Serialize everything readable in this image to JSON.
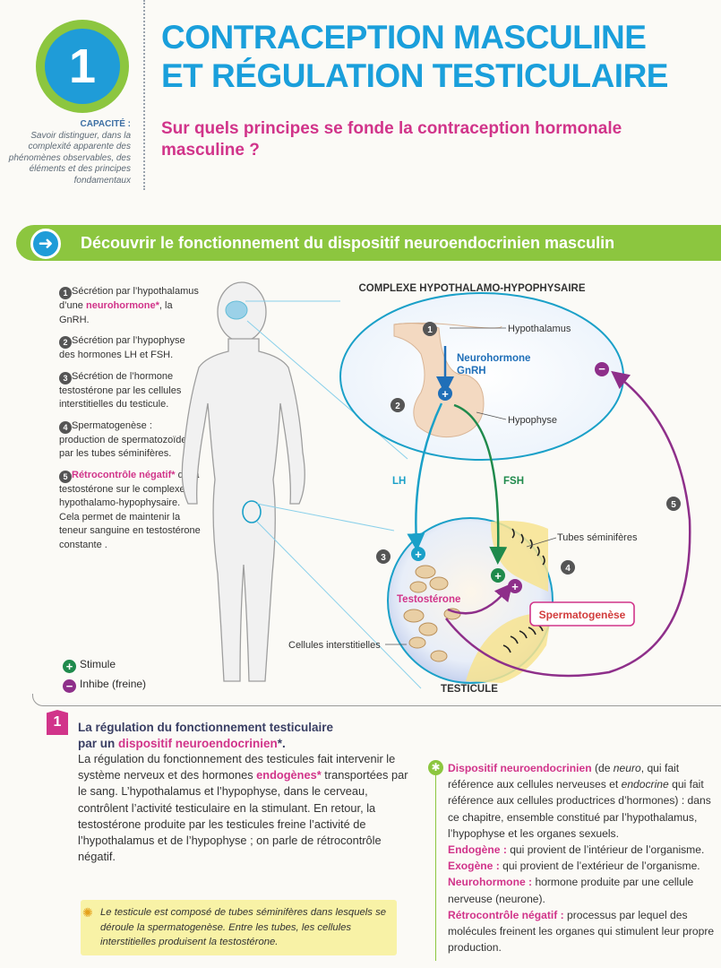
{
  "header": {
    "chapter_number": "1",
    "title_line1": "CONTRACEPTION MASCULINE",
    "title_line2": "ET RÉGULATION TESTICULAIRE",
    "capacite_label": "CAPACITÉ :",
    "capacite_text": "Savoir distinguer, dans la complexité apparente des phénomènes observables, des éléments et des principes fondamentaux",
    "question_line1": "Sur quels principes se fonde la contraception hormonale",
    "question_line2": "masculine ?"
  },
  "banner": {
    "icon": "arrow-right-icon",
    "text": "Découvrir le fonctionnement du dispositif neuroendocrinien masculin"
  },
  "steps": [
    {
      "num": "1",
      "pre": "Sécrétion par l’hypothalamus d’une ",
      "highlight": "neurohormone*",
      "post": ", la GnRH."
    },
    {
      "num": "2",
      "pre": "Sécrétion par l’hypophyse des hormones LH et FSH.",
      "highlight": "",
      "post": ""
    },
    {
      "num": "3",
      "pre": "Sécrétion de l’hormone testostérone par les cellules interstitielles du testicule.",
      "highlight": "",
      "post": ""
    },
    {
      "num": "4",
      "pre": "Spermatogenèse : production de spermatozoïdes par les tubes séminifères.",
      "highlight": "",
      "post": ""
    },
    {
      "num": "5",
      "pre": "",
      "highlight": "Rétrocontrôle négatif*",
      "post": " de la testostérone sur le complexe hypothalamo-hypophysaire. Cela permet de maintenir la teneur sanguine en testostérone constante ."
    }
  ],
  "legend": {
    "stimule": "Stimule",
    "inhibe": "Inhibe (freine)",
    "plus": "+",
    "minus": "−"
  },
  "diagram": {
    "complexe_title": "COMPLEXE HYPOTHALAMO-HYPOPHYSAIRE",
    "hypothalamus": "Hypothalamus",
    "neurohormone": "Neurohormone",
    "gnrh": "GnRH",
    "hypophyse": "Hypophyse",
    "lh": "LH",
    "fsh": "FSH",
    "tubes": "Tubes séminifères",
    "testosterone": "Testostérone",
    "spermatogenese": "Spermatogenèse",
    "cellules": "Cellules interstitielles",
    "testicule": "TESTICULE",
    "n1": "1",
    "n2": "2",
    "n3": "3",
    "n4": "4",
    "n5": "5",
    "plus": "+",
    "minus": "−",
    "colors": {
      "blue": "#1f6fb8",
      "green": "#1f8a4c",
      "purple": "#8e2f8a",
      "cyan": "#1aa0c8",
      "pink": "#d1348a"
    }
  },
  "section": {
    "number": "1",
    "title_line1": "La régulation du fonctionnement testiculaire",
    "title_line2_pre": "par un ",
    "title_line2_hl": "dispositif neuroendocrinien",
    "title_line2_post": "*.",
    "body_1": "La régulation du fonctionnement des testicules fait intervenir le système nerveux et des hormones ",
    "body_hl": "endogènes*",
    "body_2": " transportées par le sang. L’hypothalamus et l’hypophyse, dans le cerveau, contrôlent l’activité testiculaire en la stimulant. En retour, la testostérone produite par les testicules freine l’activité de l’hypothalamus et de l’hypophyse ; on parle de rétrocontrôle négatif.",
    "hint": "Le testicule est composé de tubes séminifères dans lesquels se déroule la spermatogenèse. Entre les tubes, les cellules interstitielles produisent la testostérone."
  },
  "glossary": [
    {
      "term": "Dispositif neuroendocrinien",
      "def_html": " (de <i>neuro</i>, qui fait référence aux cellules nerveuses et <i>endocrine</i> qui fait référence aux cellules productrices d’hormones) : dans ce chapitre, ensemble constitué par l’hypothalamus, l’hypophyse et les organes sexuels."
    },
    {
      "term": "Endogène :",
      "def_html": " qui provient de l’intérieur de l’organisme."
    },
    {
      "term": "Exogène :",
      "def_html": " qui provient de l’extérieur de l’organisme."
    },
    {
      "term": "Neurohormone :",
      "def_html": " hormone produite par une cellule nerveuse (neurone)."
    },
    {
      "term": "Rétrocontrôle négatif :",
      "def_html": " processus par lequel des molécules freinent les organes qui stimulent leur propre production."
    }
  ]
}
